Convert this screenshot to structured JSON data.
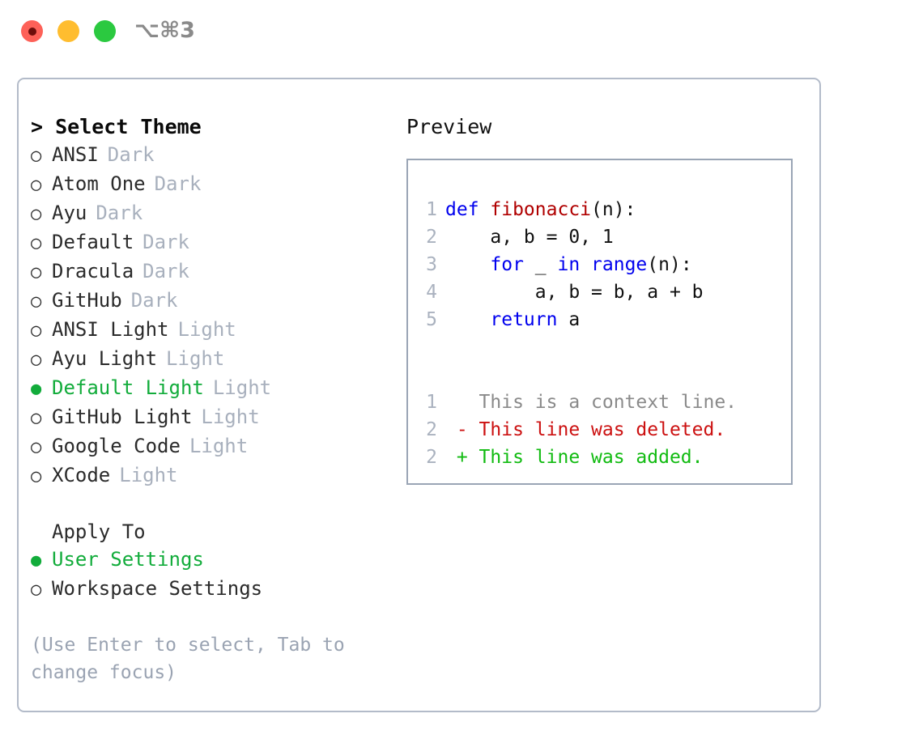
{
  "titlebar": {
    "lights": [
      {
        "name": "close",
        "color": "#fd6158"
      },
      {
        "name": "minimize",
        "color": "#ffbd2f"
      },
      {
        "name": "maximize",
        "color": "#2bc940"
      }
    ],
    "shortcut": "⌥⌘3"
  },
  "left": {
    "header": "> Select Theme",
    "themes": [
      {
        "marker": "○",
        "selected": false,
        "name": "ANSI",
        "tag": "Dark"
      },
      {
        "marker": "○",
        "selected": false,
        "name": "Atom One",
        "tag": "Dark"
      },
      {
        "marker": "○",
        "selected": false,
        "name": "Ayu",
        "tag": "Dark"
      },
      {
        "marker": "○",
        "selected": false,
        "name": "Default",
        "tag": "Dark"
      },
      {
        "marker": "○",
        "selected": false,
        "name": "Dracula",
        "tag": "Dark"
      },
      {
        "marker": "○",
        "selected": false,
        "name": "GitHub",
        "tag": "Dark"
      },
      {
        "marker": "○",
        "selected": false,
        "name": "ANSI Light",
        "tag": "Light"
      },
      {
        "marker": "○",
        "selected": false,
        "name": "Ayu Light",
        "tag": "Light"
      },
      {
        "marker": "●",
        "selected": true,
        "name": "Default Light",
        "tag": "Light"
      },
      {
        "marker": "○",
        "selected": false,
        "name": "GitHub Light",
        "tag": "Light"
      },
      {
        "marker": "○",
        "selected": false,
        "name": "Google Code",
        "tag": "Light"
      },
      {
        "marker": "○",
        "selected": false,
        "name": "XCode",
        "tag": "Light"
      }
    ],
    "apply_to_title": "Apply To",
    "apply_to": [
      {
        "marker": "●",
        "selected": true,
        "label": "User Settings"
      },
      {
        "marker": "○",
        "selected": false,
        "label": "Workspace Settings"
      }
    ],
    "hint": "(Use Enter to select, Tab to change focus)"
  },
  "right": {
    "preview_title": "Preview",
    "code_lines": [
      {
        "num": "1",
        "tokens": [
          {
            "t": "def ",
            "c": "kw"
          },
          {
            "t": "fibonacci",
            "c": "fn"
          },
          {
            "t": "(n):",
            "c": "pl"
          }
        ]
      },
      {
        "num": "2",
        "tokens": [
          {
            "t": "    a, b = 0, 1",
            "c": "pl"
          }
        ]
      },
      {
        "num": "3",
        "tokens": [
          {
            "t": "    ",
            "c": "pl"
          },
          {
            "t": "for",
            "c": "kw"
          },
          {
            "t": " _ ",
            "c": "pl"
          },
          {
            "t": "in",
            "c": "kw"
          },
          {
            "t": " ",
            "c": "pl"
          },
          {
            "t": "range",
            "c": "kw"
          },
          {
            "t": "(n):",
            "c": "pl"
          }
        ]
      },
      {
        "num": "4",
        "tokens": [
          {
            "t": "        a, b = b, a + b",
            "c": "pl"
          }
        ]
      },
      {
        "num": "5",
        "tokens": [
          {
            "t": "    ",
            "c": "pl"
          },
          {
            "t": "return",
            "c": "kw"
          },
          {
            "t": " a",
            "c": "pl"
          }
        ]
      }
    ],
    "diff_lines": [
      {
        "num": "1",
        "tokens": [
          {
            "t": "   This is a context line.",
            "c": "ctx"
          }
        ]
      },
      {
        "num": "2",
        "tokens": [
          {
            "t": " - This line was deleted.",
            "c": "del"
          }
        ]
      },
      {
        "num": "2",
        "tokens": [
          {
            "t": " + This line was added.",
            "c": "add"
          }
        ]
      }
    ]
  },
  "colors": {
    "accent_green": "#12ac3b",
    "muted": "#a8b0bd",
    "border": "#b3bbc9",
    "code_border": "#9aa5b5",
    "keyword": "#0000ee",
    "function": "#b00000",
    "diff_add": "#11bb11",
    "diff_del": "#cc1111"
  }
}
